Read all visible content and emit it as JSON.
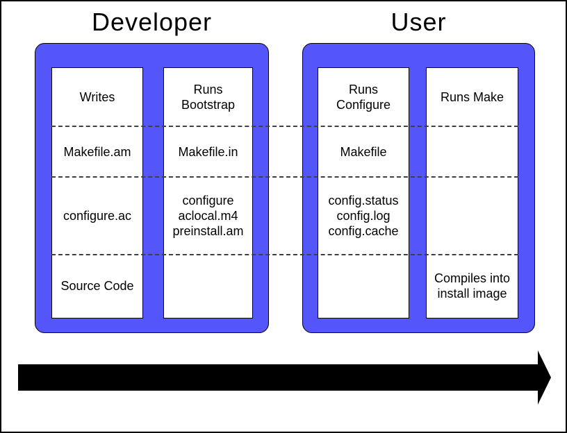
{
  "diagram": {
    "developer": {
      "title": "Developer",
      "columns": [
        {
          "role": "writes-column",
          "cells": [
            "Writes",
            "Makefile.am",
            "configure.ac",
            "Source Code"
          ]
        },
        {
          "role": "bootstrap-column",
          "cells": [
            "Runs\nBootstrap",
            "Makefile.in",
            "configure\naclocal.m4\npreinstall.am",
            ""
          ]
        }
      ]
    },
    "user": {
      "title": "User",
      "columns": [
        {
          "role": "configure-column",
          "cells": [
            "Runs\nConfigure",
            "Makefile",
            "config.status\nconfig.log\nconfig.cache",
            ""
          ]
        },
        {
          "role": "make-column",
          "cells": [
            "Runs Make",
            "",
            "",
            "Compiles into\ninstall image"
          ]
        }
      ]
    },
    "flow_arrow": {
      "direction": "right"
    },
    "colors": {
      "group_fill": "#5456fa",
      "group_border": "#000000",
      "column_fill": "#ffffff",
      "column_border": "#000000",
      "dashed_line": "#3f3f3f",
      "arrow_fill": "#000000",
      "text": "#000000"
    }
  }
}
